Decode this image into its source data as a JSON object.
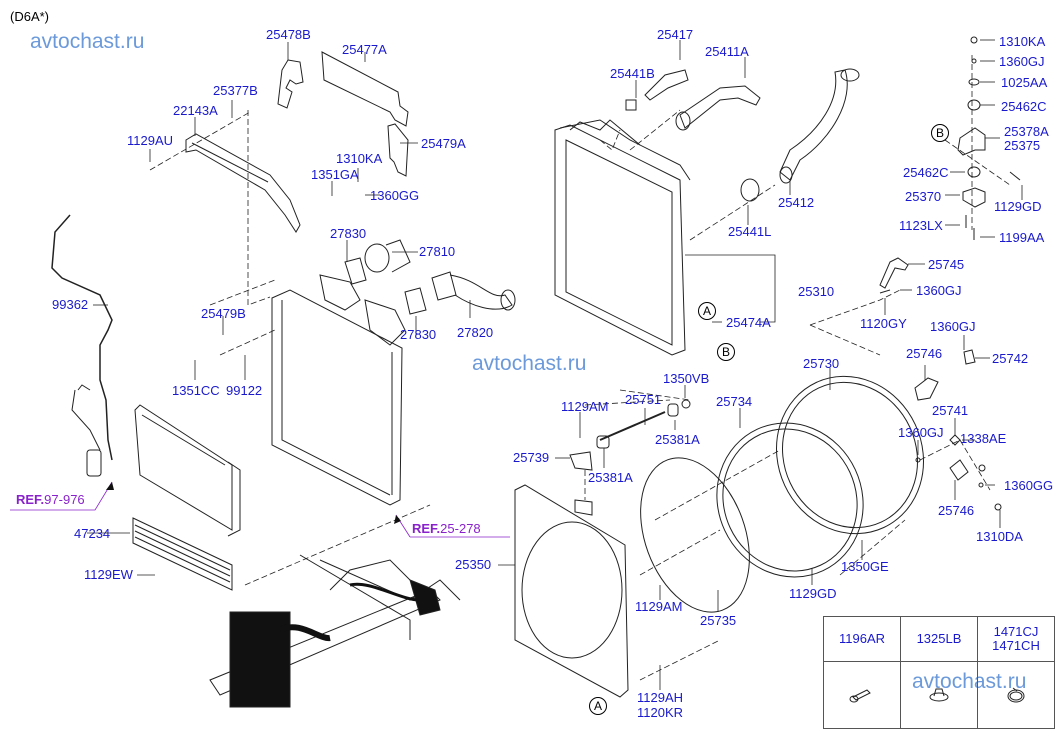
{
  "diagram": {
    "variant": "(D6A*)",
    "watermarks": [
      "avtochast.ru",
      "avtochast.ru",
      "avtochast.ru"
    ],
    "circle_markers": {
      "a": "A",
      "b": "B"
    },
    "colors": {
      "part_label": "#1a1acc",
      "ref_label": "#8a22cc",
      "watermark": "#5b8fd6",
      "line": "#222222"
    },
    "references": [
      {
        "prefix": "REF.",
        "code": "97-976"
      },
      {
        "prefix": "REF.",
        "code": "25-278"
      }
    ],
    "parts": {
      "p25478B": "25478B",
      "p25477A": "25477A",
      "p25377B": "25377B",
      "p22143A": "22143A",
      "p1129AU": "1129AU",
      "p25479A": "25479A",
      "p1310KA_a": "1310KA",
      "p1351GA": "1351GA",
      "p1360GG_a": "1360GG",
      "p27830_a": "27830",
      "p27810": "27810",
      "p27830_b": "27830",
      "p27820": "27820",
      "p99362": "99362",
      "p25479B": "25479B",
      "p1351CC": "1351CC",
      "p99122": "99122",
      "p47234": "47234",
      "p1129EW": "1129EW",
      "p25417": "25417",
      "p25411A": "25411A",
      "p25441B": "25441B",
      "p25412": "25412",
      "p25441L": "25441L",
      "p25310": "25310",
      "p25474A": "25474A",
      "p1310KA_b": "1310KA",
      "p1360GJ_a": "1360GJ",
      "p1025AA": "1025AA",
      "p25462C_a": "25462C",
      "p25378A": "25378A",
      "p25375": "25375",
      "p25462C_b": "25462C",
      "p25370": "25370",
      "p1129GD_a": "1129GD",
      "p1123LX": "1123LX",
      "p1199AA": "1199AA",
      "p25745": "25745",
      "p1360GJ_b": "1360GJ",
      "p1120GY": "1120GY",
      "p1360GJ_c": "1360GJ",
      "p25746_a": "25746",
      "p25742": "25742",
      "p25730": "25730",
      "p1350VB": "1350VB",
      "p1129AM_a": "1129AM",
      "p25751": "25751",
      "p25734": "25734",
      "p25381A_a": "25381A",
      "p25739": "25739",
      "p25381A_b": "25381A",
      "p25741": "25741",
      "p1360GJ_d": "1360GJ",
      "p1338AE": "1338AE",
      "p1360GG_b": "1360GG",
      "p25746_b": "25746",
      "p1310DA": "1310DA",
      "p25350": "25350",
      "p1350GE": "1350GE",
      "p1129GD_b": "1129GD",
      "p1129AM_b": "1129AM",
      "p25735": "25735",
      "p1129AH": "1129AH",
      "p1120KR": "1120KR"
    },
    "hardware_table": {
      "headers": [
        "1196AR",
        "1325LB",
        "1471CJ\n1471CH"
      ],
      "header_lines": [
        [
          "1196AR"
        ],
        [
          "1325LB"
        ],
        [
          "1471CJ",
          "1471CH"
        ]
      ],
      "icons": [
        "bolt-icon",
        "nut-icon",
        "hose-clamp-icon"
      ]
    }
  }
}
